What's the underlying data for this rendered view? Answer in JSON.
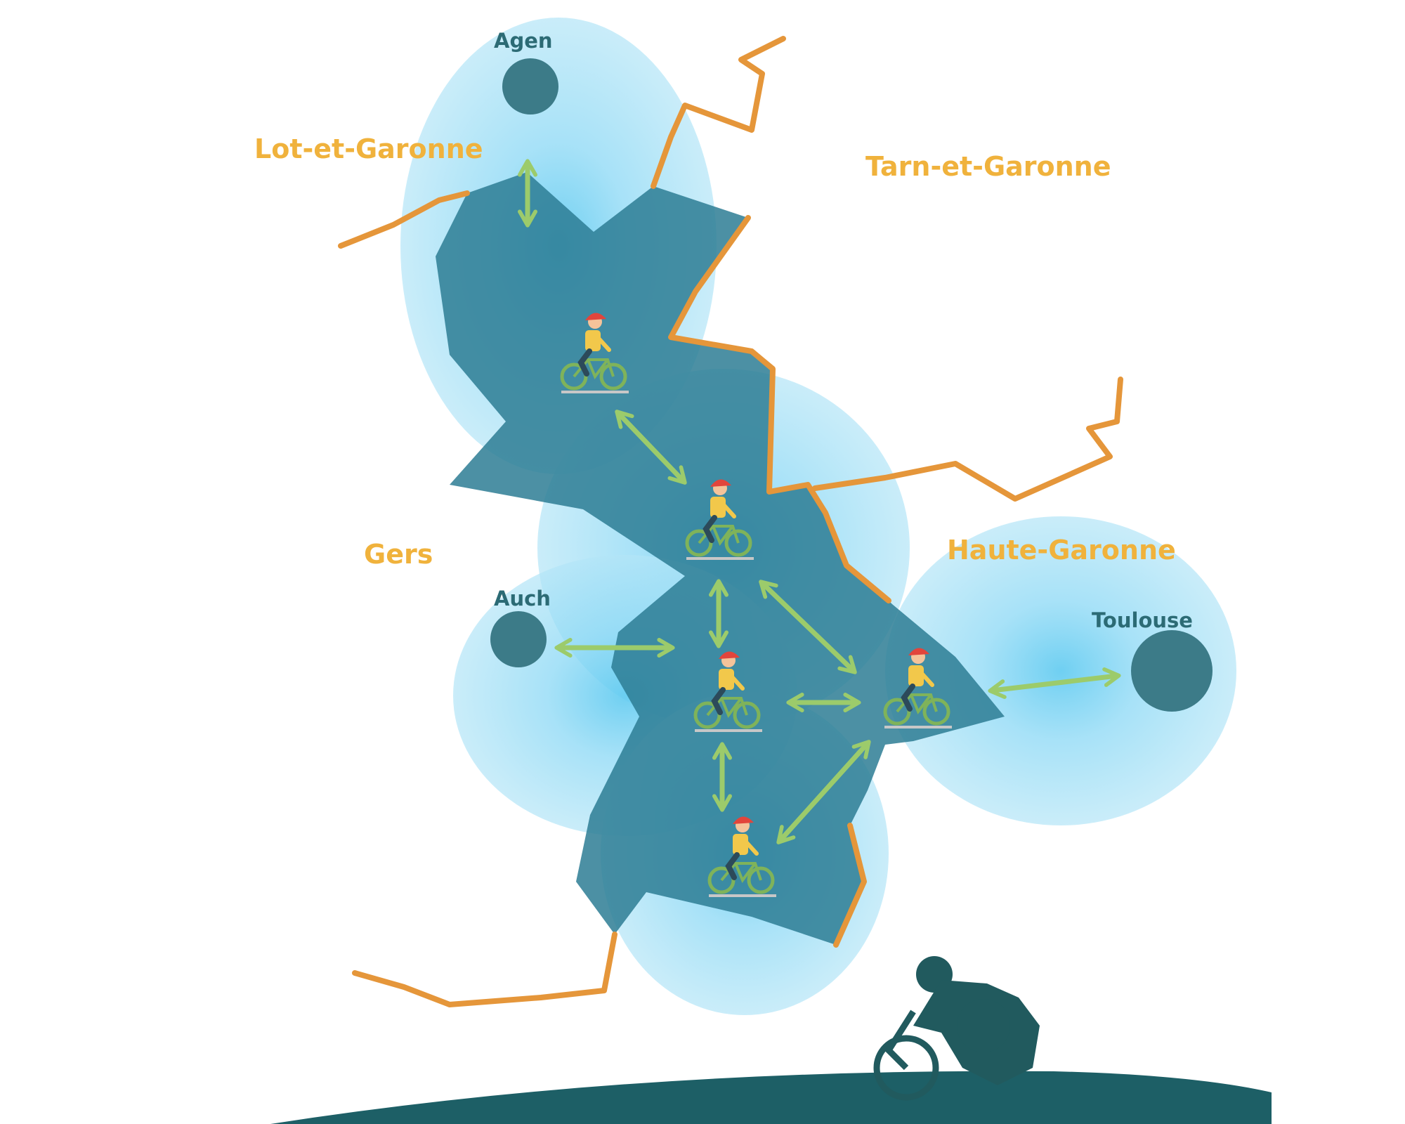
{
  "departments": {
    "lot_et_garonne": "Lot-et-Garonne",
    "tarn_et_garonne": "Tarn-et-Garonne",
    "gers": "Gers",
    "haute_garonne": "Haute-Garonne"
  },
  "cities": {
    "agen": "Agen",
    "auch": "Auch",
    "toulouse": "Toulouse"
  },
  "cyclist_count": 5,
  "colors": {
    "department_label": "#f0b23c",
    "border_line": "#e5963a",
    "territory": "#2d7d94",
    "halo": "#b3e5f7",
    "halo_core": "#5fcaf0",
    "city_dot": "#3c7b88",
    "city_label": "#2c6b75",
    "arrow": "#9ccb6b",
    "hill": "#1d5f66",
    "silhouette": "#215a5e"
  }
}
